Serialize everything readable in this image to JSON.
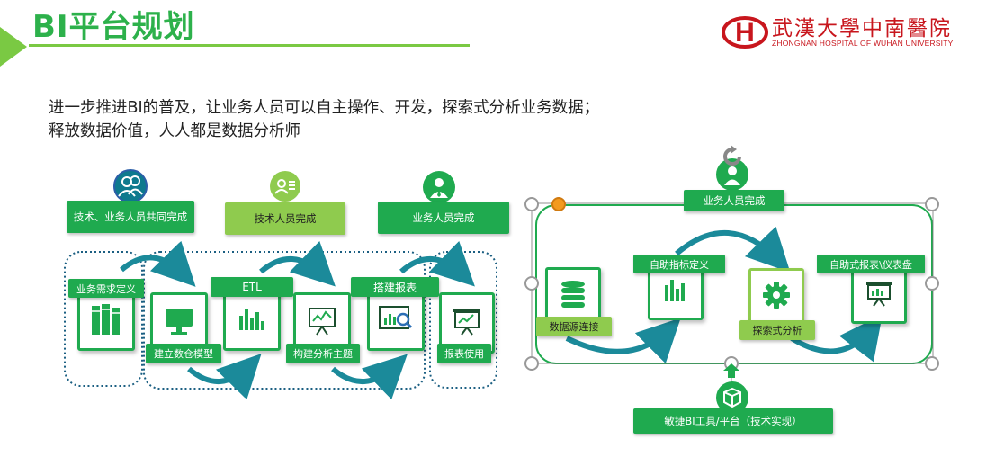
{
  "header": {
    "title": "BI平台规划",
    "hospital_cn": "武漢大學中南醫院",
    "hospital_en": "ZHONGNAN HOSPITAL OF WUHAN UNIVERSITY"
  },
  "description": {
    "line1": "进一步推进BI的普及，让业务人员可以自主操作、开发，探索式分析业务数据；",
    "line2": "释放数据价值，人人都是数据分析师"
  },
  "left_diagram": {
    "roles": {
      "joint": "技术、业务人员共同完成",
      "tech": "技术人员完成",
      "business": "业务人员完成"
    },
    "steps": {
      "requirements": "业务需求定义",
      "warehouse": "建立数仓模型",
      "etl": "ETL",
      "analysis_topic": "构建分析主题",
      "build_report": "搭建报表",
      "use_report": "报表使用"
    }
  },
  "right_diagram": {
    "top_label": "业务人员完成",
    "steps": {
      "datasource": "数据源连接",
      "metrics": "自助指标定义",
      "explore": "探索式分析",
      "dashboard": "自助式报表\\仪表盘"
    },
    "bottom_label": "敏捷BI工具/平台（技术实现）"
  },
  "colors": {
    "green": "#1faa4f",
    "light_green": "#8fcb4e",
    "teal": "#1b8a9a",
    "title_green": "#2db14b",
    "logo_red": "#c8161d"
  },
  "icons": [
    "users-icon",
    "person-list-icon",
    "business-person-icon",
    "books-icon",
    "monitor-icon",
    "bar-chart-icon",
    "line-chart-board-icon",
    "search-report-icon",
    "report-board-icon",
    "database-icon",
    "gear-icon",
    "refresh-icon",
    "cube-icon"
  ]
}
